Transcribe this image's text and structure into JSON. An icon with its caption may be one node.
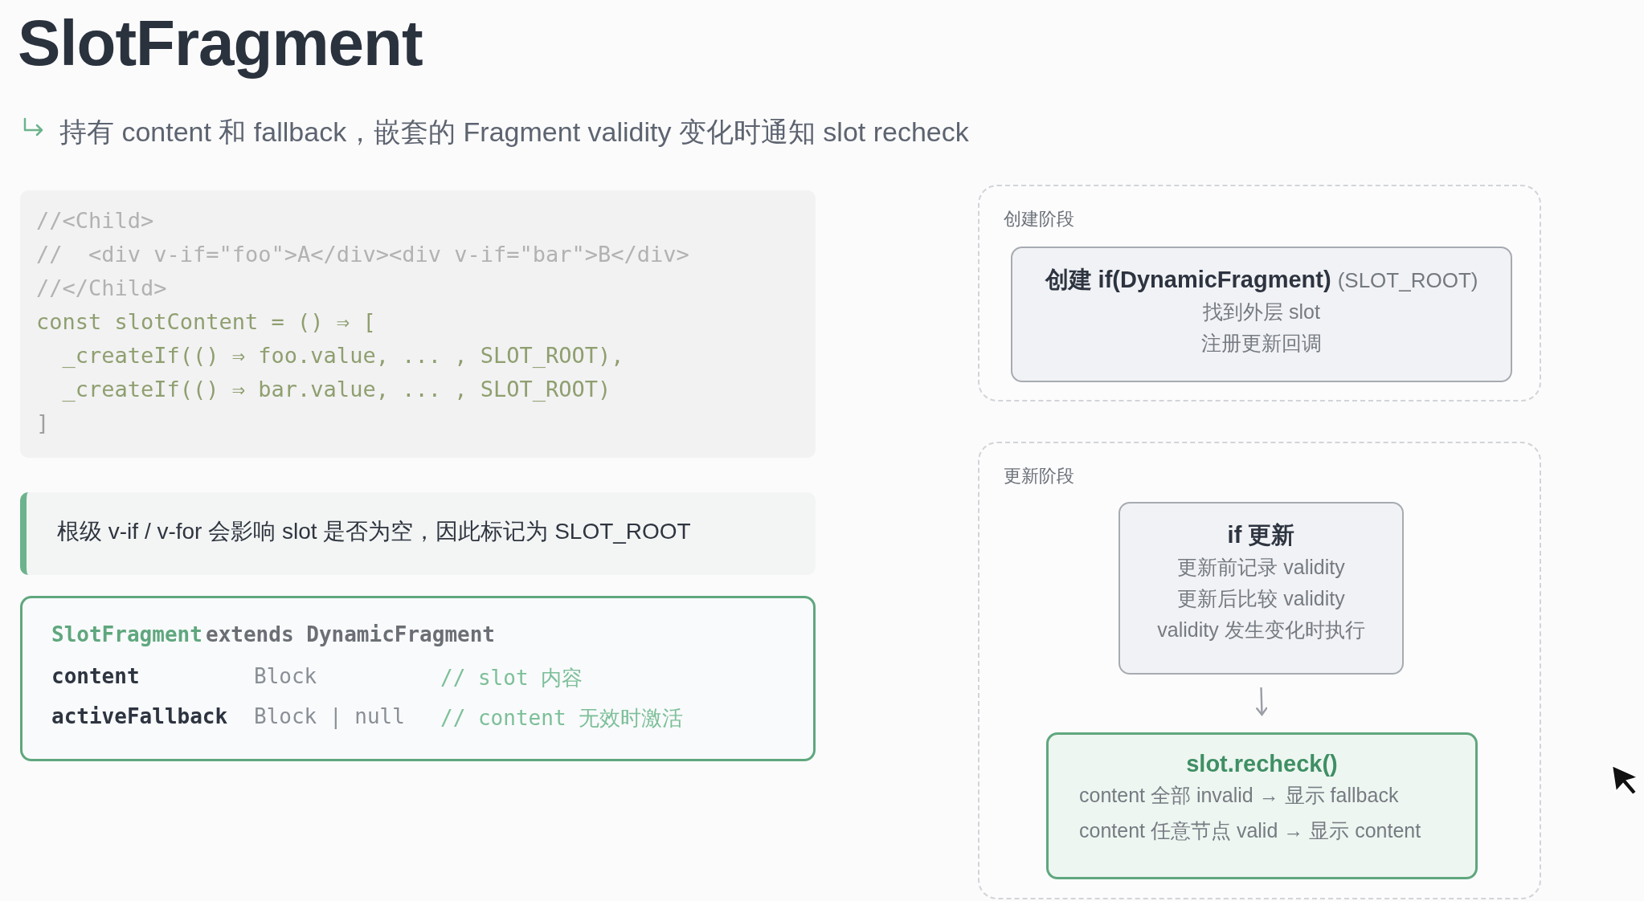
{
  "diagram": {
    "title": "SlotFragment",
    "nodes": [
      {
        "text": [
          "//<Child>",
          "//  <div v-if=\"foo\">A</div><div v-if=\"bar\">B</div>",
          "//</Child>",
          "const slotContent = () ⇒ [",
          "  _createIf(() ⇒ foo.value, ... , SLOT_ROOT),",
          "  _createIf(() ⇒ bar.value, ... , SLOT_ROOT)",
          "]"
        ]
      },
      {
        "text": [
          "根级 v-if / v-for 会影响 slot 是否为空，因此标记为 SLOT_ROOT"
        ]
      },
      {
        "text": [
          "SlotFragment",
          "extends DynamicFragment",
          "content",
          "Block",
          "// slot 内容",
          "activeFallback",
          "Block | null",
          "// content 无效时激活"
        ]
      },
      {
        "text": [
          "创建阶段"
        ]
      },
      {
        "text": [
          "创建 if(DynamicFragment)",
          "(SLOT_ROOT)",
          "找到外层 slot",
          "注册更新回调"
        ],
        "in": 3
      },
      {
        "text": [
          "更新阶段"
        ]
      },
      {
        "text": [
          "if 更新",
          "更新前记录 validity",
          "更新后比较 validity",
          "validity 发生变化时执行"
        ],
        "in": 5
      },
      {
        "text": [
          "slot.recheck()",
          "content 全部 invalid → 显示 fallback",
          "content 任意节点 valid → 显示 content"
        ],
        "in": 5
      }
    ],
    "edges": [
      {
        "from": 6,
        "to": 7,
        "arrow": "to"
      }
    ],
    "labels": [
      "持有 content 和 fallback，嵌套的 Fragment validity 变化时通知 slot recheck"
    ]
  }
}
